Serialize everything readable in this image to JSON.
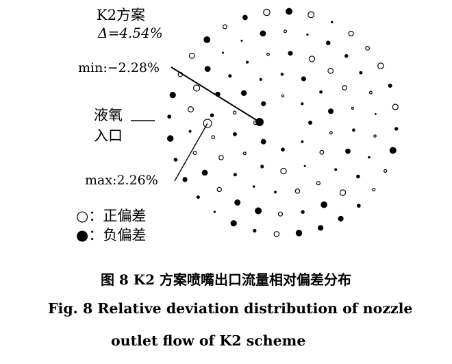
{
  "annotations": {
    "scheme_label": "K2方案",
    "delta_text": "Δ=4.54%",
    "min_text": "min:−2.28%",
    "inlet_line1": "液氧",
    "inlet_line2": "入口",
    "max_text": "max:2.26%"
  },
  "legend": {
    "positive_symbol": "○",
    "positive_text": "：正偏差",
    "negative_symbol": "●",
    "negative_text": "：负偏差"
  },
  "caption": {
    "cn": "图 8    K2 方案喷嘴出口流量相对偏差分布",
    "en_line1": "Fig. 8    Relative deviation distribution of nozzle",
    "en_line2": "outlet flow of K2 scheme"
  },
  "colors": {
    "ink": "#000000",
    "background": "#ffffff"
  }
}
